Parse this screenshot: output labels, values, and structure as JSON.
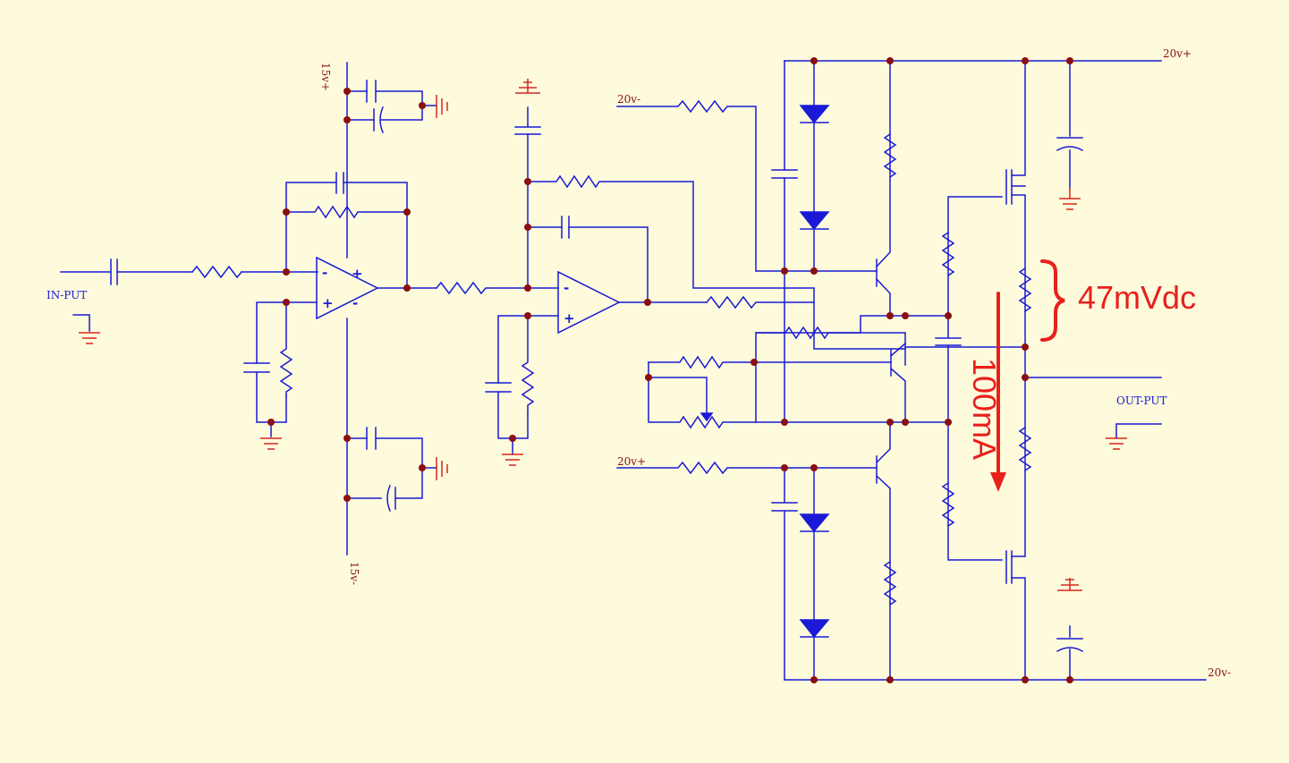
{
  "labels": {
    "input": "IN-PUT",
    "output": "OUT-PUT",
    "rail_15p": "15v+",
    "rail_15n": "15v-",
    "rail_20n_top": "20v-",
    "rail_20p_top": "20v+",
    "rail_20p_mid": "20v+",
    "rail_20n_bot": "20v-"
  },
  "opamp_signs": {
    "minus": "-",
    "plus": "+"
  },
  "annotations": {
    "voltage": "47mVdc",
    "current": "100mA"
  },
  "colors": {
    "background": "#fdfbdc",
    "wire": "#1a1ad6",
    "ground": "#d8261e",
    "junction": "#8b0f0f",
    "annotation": "#e8201c"
  }
}
